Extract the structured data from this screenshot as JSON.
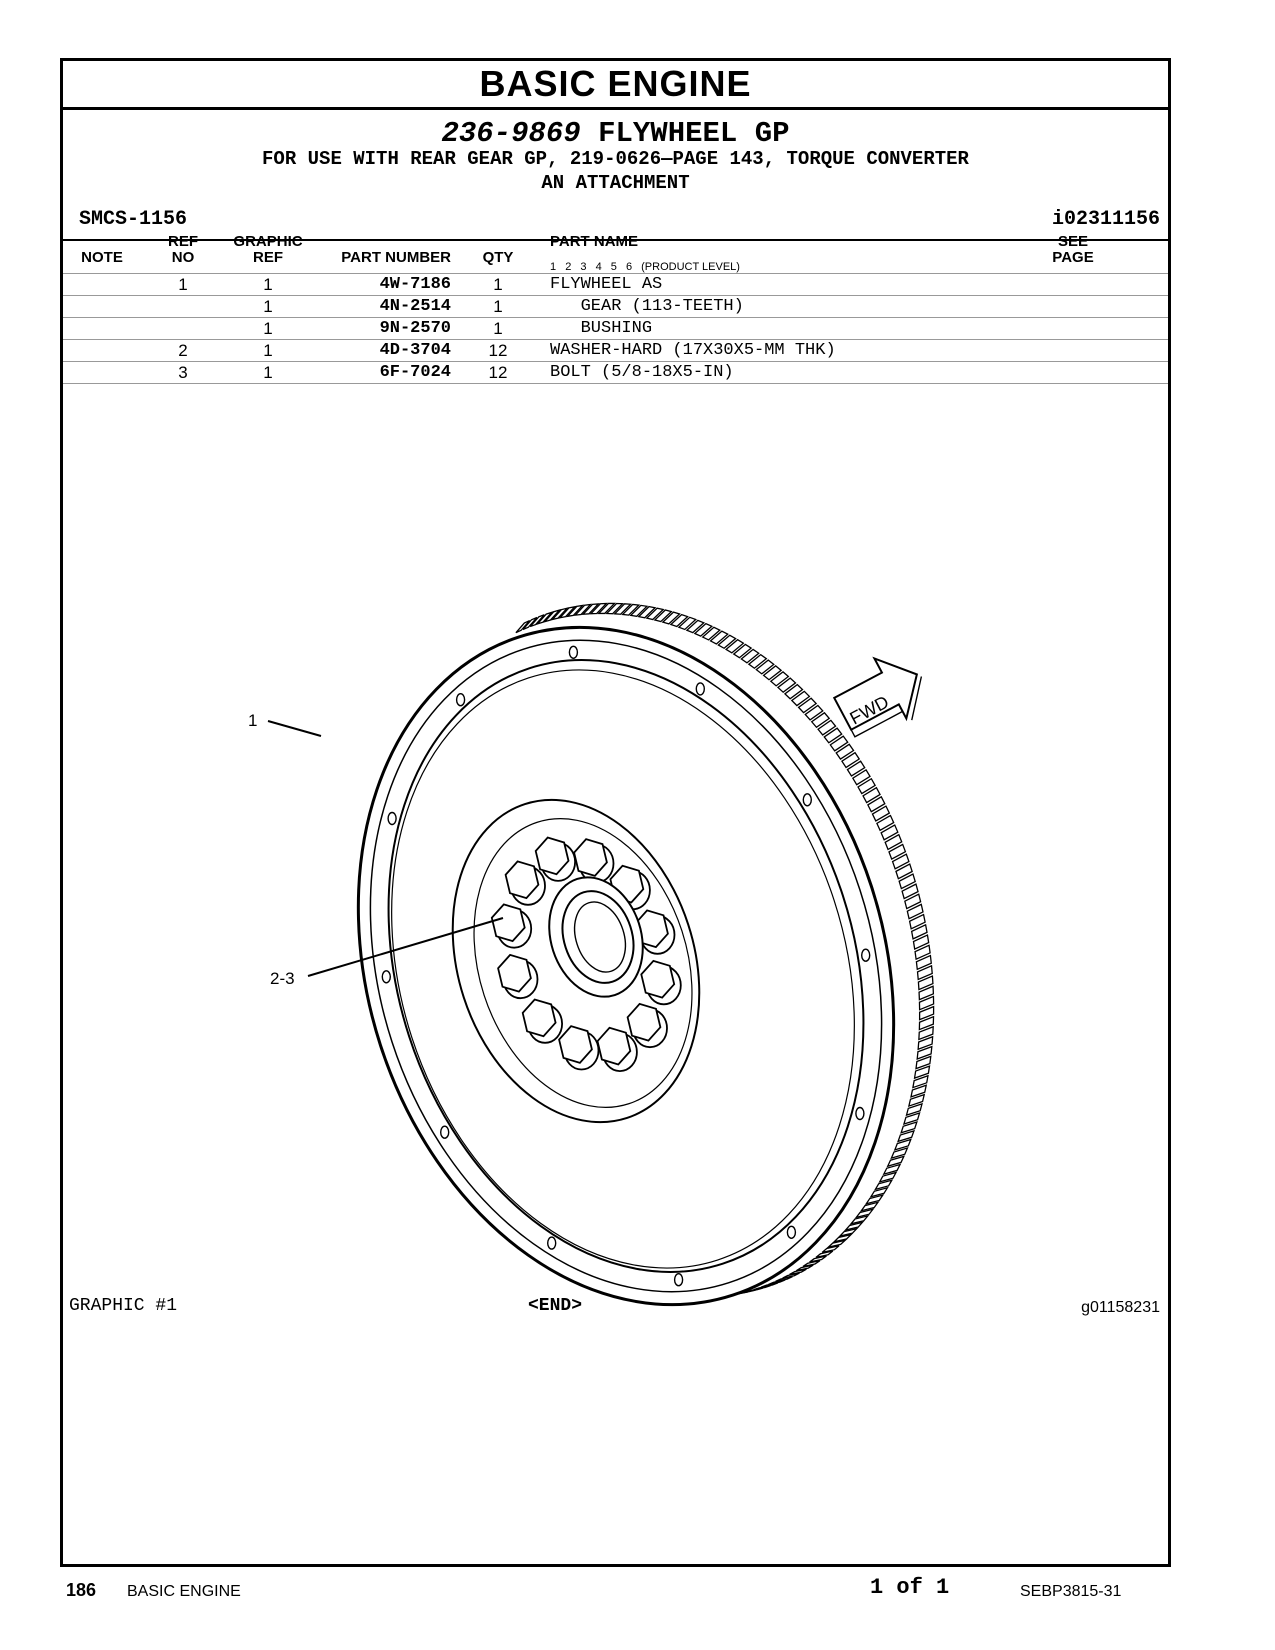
{
  "header": {
    "banner": "BASIC ENGINE",
    "group_number": "236-9869",
    "group_name": "FLYWHEEL GP",
    "subtitle_line1": "FOR USE WITH REAR GEAR GP, 219-0626—PAGE 143, TORQUE CONVERTER",
    "subtitle_line2": "AN ATTACHMENT",
    "smcs": "SMCS-1156",
    "info_id": "i02311156"
  },
  "columns": {
    "note": "NOTE",
    "ref_no_top": "REF",
    "ref_no_bottom": "NO",
    "graphic_ref_top": "GRAPHIC",
    "graphic_ref_bottom": "REF",
    "part_number": "PART NUMBER",
    "qty": "QTY",
    "part_name": "PART NAME",
    "product_levels": [
      "1",
      "2",
      "3",
      "4",
      "5",
      "6"
    ],
    "product_level_label": "(PRODUCT LEVEL)",
    "see_page_top": "SEE",
    "see_page_bottom": "PAGE"
  },
  "parts": [
    {
      "note": "",
      "ref_no": "1",
      "graphic_ref": "1",
      "part_number": "4W-7186",
      "qty": "1",
      "part_name": "FLYWHEEL AS"
    },
    {
      "note": "",
      "ref_no": "",
      "graphic_ref": "1",
      "part_number": "4N-2514",
      "qty": "1",
      "part_name": "   GEAR (113-TEETH)"
    },
    {
      "note": "",
      "ref_no": "",
      "graphic_ref": "1",
      "part_number": "9N-2570",
      "qty": "1",
      "part_name": "   BUSHING"
    },
    {
      "note": "",
      "ref_no": "2",
      "graphic_ref": "1",
      "part_number": "4D-3704",
      "qty": "12",
      "part_name": "WASHER-HARD (17X30X5-MM THK)"
    },
    {
      "note": "",
      "ref_no": "3",
      "graphic_ref": "1",
      "part_number": "6F-7024",
      "qty": "12",
      "part_name": "BOLT (5/8-18X5-IN)"
    }
  ],
  "illustration": {
    "callout_1": "1",
    "callout_2": "2-3",
    "fwd_label": "FWD",
    "graphic_label": "GRAPHIC #1",
    "end_label": "<END>",
    "graphic_id": "g01158231"
  },
  "footer": {
    "page_number": "186",
    "section": "BASIC ENGINE",
    "page_of": "1 of 1",
    "doc_id": "SEBP3815-31"
  }
}
